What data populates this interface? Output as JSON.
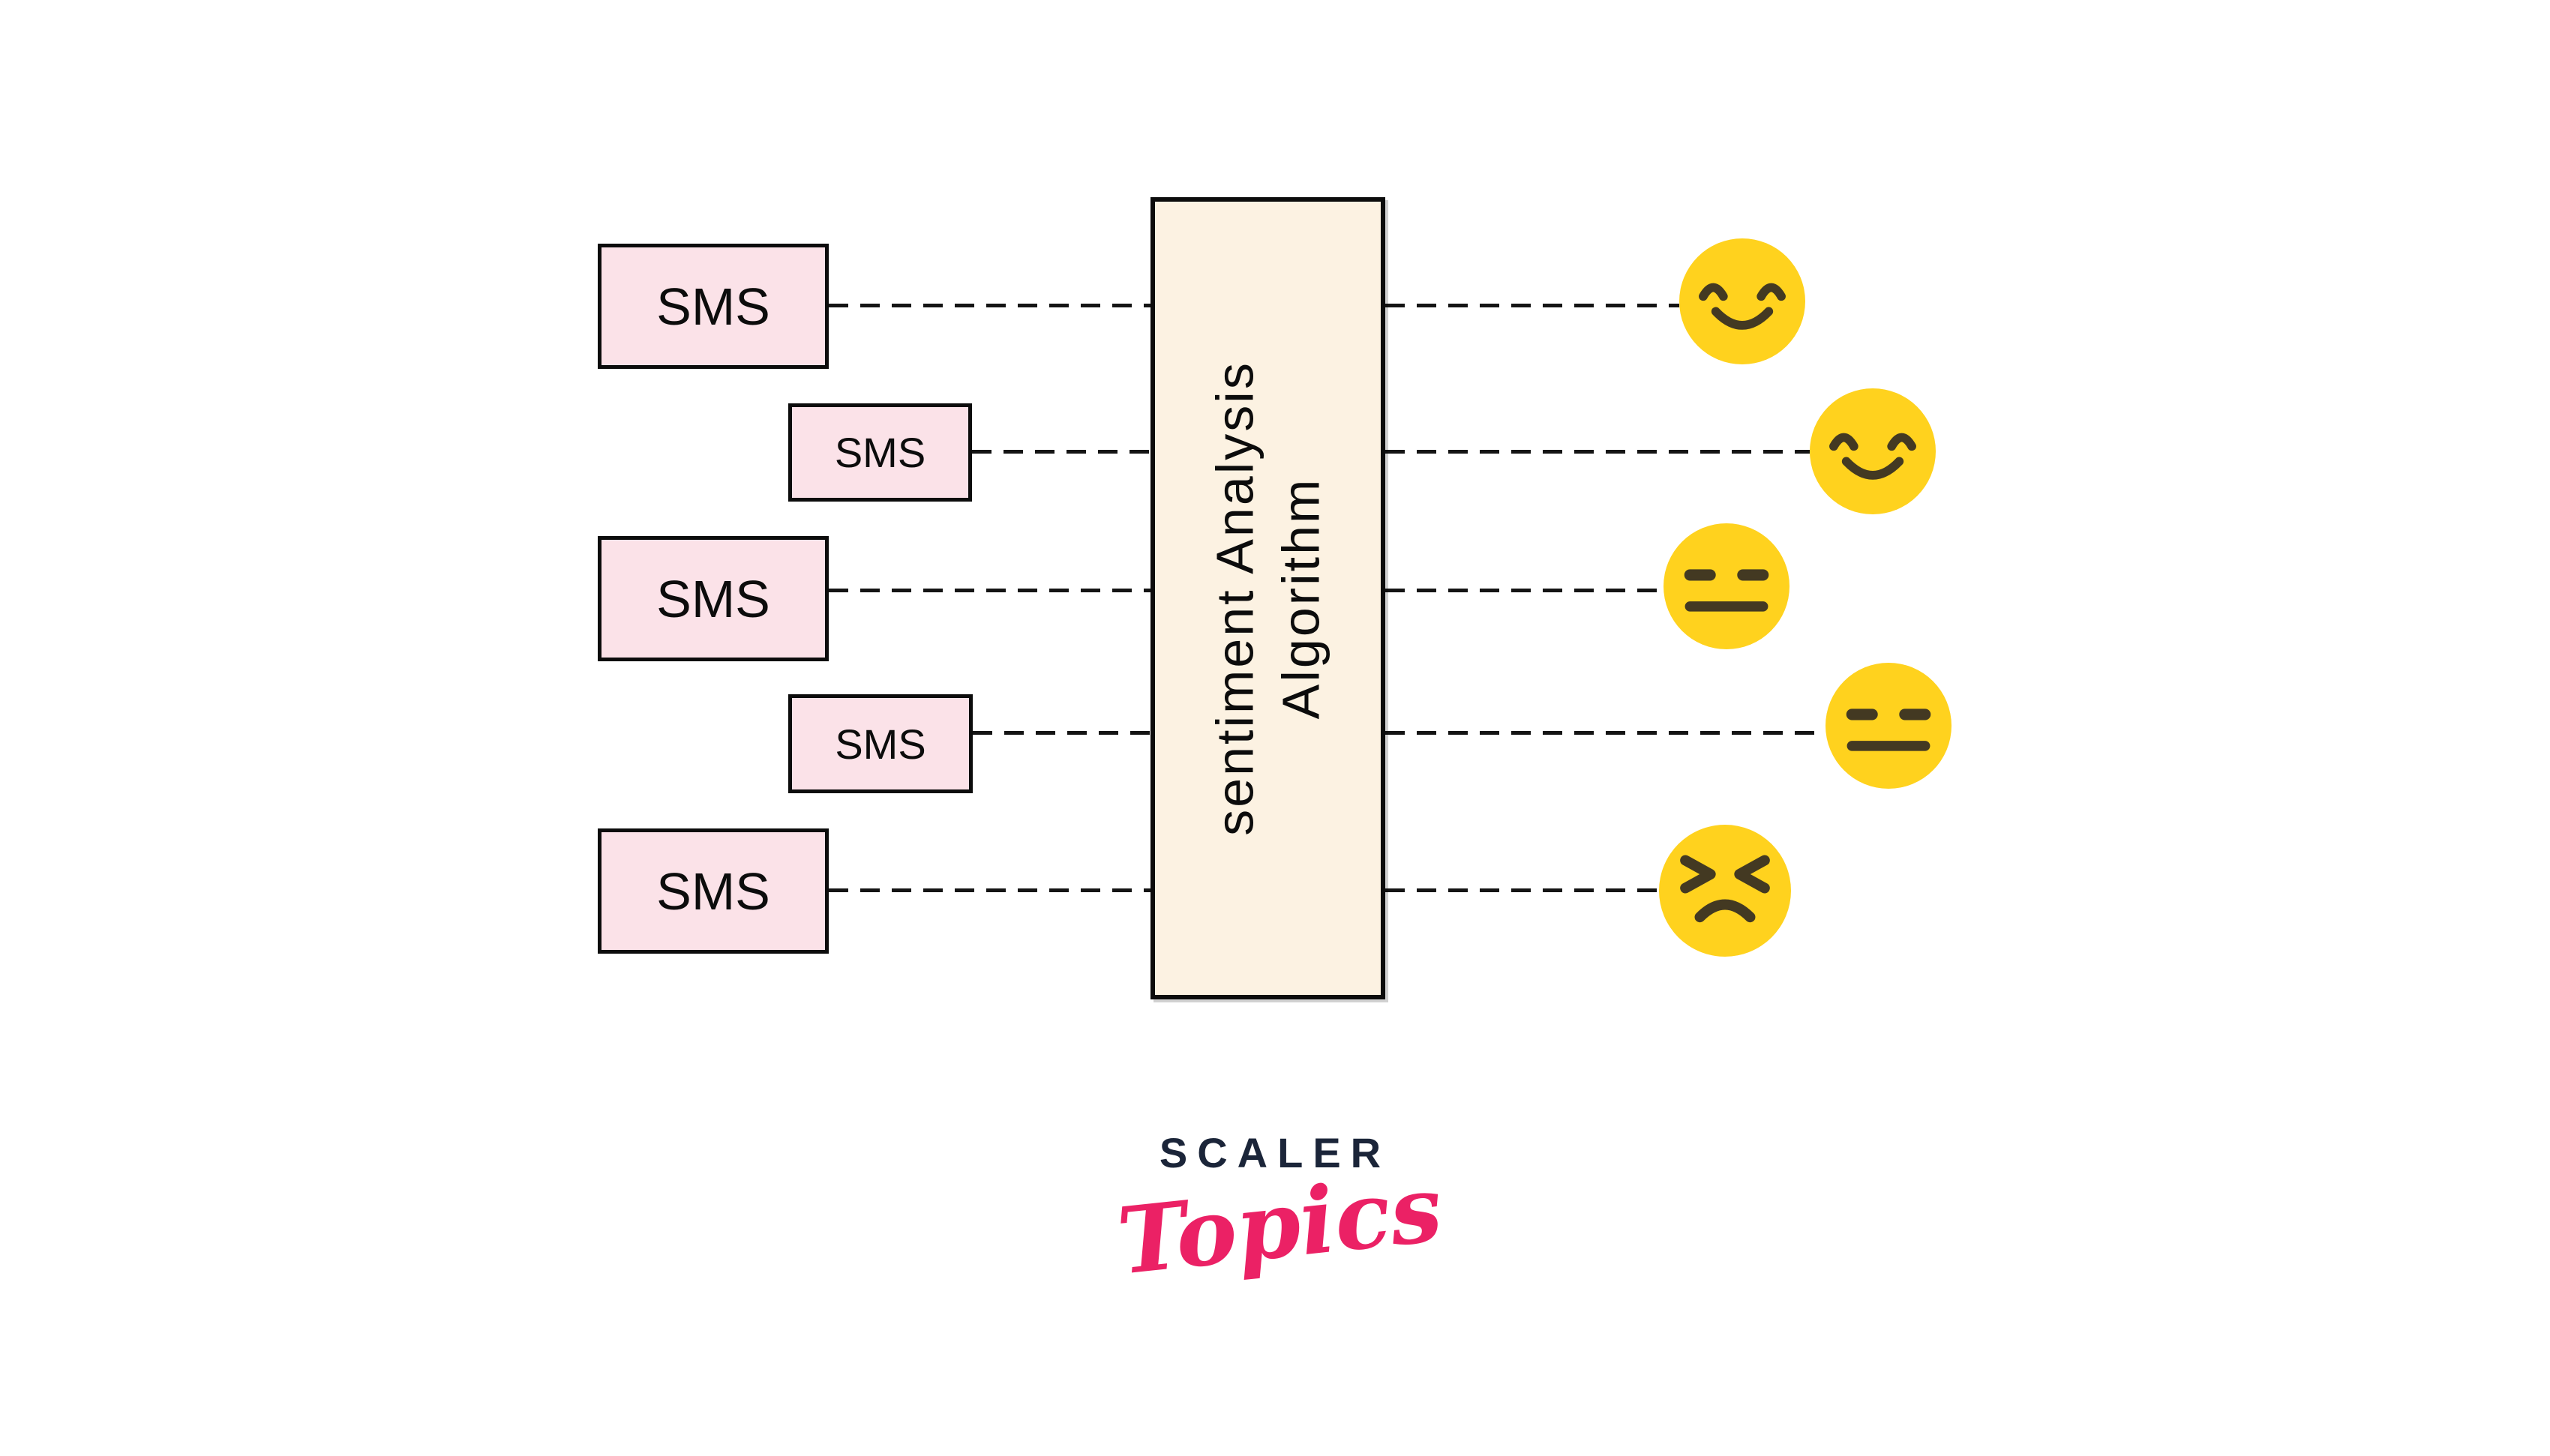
{
  "diagram": {
    "inputs": [
      {
        "label": "SMS",
        "size": "large"
      },
      {
        "label": "SMS",
        "size": "small"
      },
      {
        "label": "SMS",
        "size": "large"
      },
      {
        "label": "SMS",
        "size": "small"
      },
      {
        "label": "SMS",
        "size": "large"
      }
    ],
    "processor": {
      "label_line1": "sentiment Analysis",
      "label_line2": "Algorithm"
    },
    "outputs": [
      {
        "sentiment": "positive",
        "icon": "smiling-face-emoji"
      },
      {
        "sentiment": "positive",
        "icon": "smiling-face-emoji"
      },
      {
        "sentiment": "neutral",
        "icon": "expressionless-face-emoji"
      },
      {
        "sentiment": "neutral",
        "icon": "expressionless-face-emoji"
      },
      {
        "sentiment": "negative",
        "icon": "persevering-face-emoji"
      }
    ]
  },
  "logo": {
    "brand": "SCALER",
    "sub": "Topics"
  },
  "colors": {
    "box_pink": "#FBE2E8",
    "box_cream": "#FCF2E2",
    "emoji_yellow": "#FFD21E",
    "emoji_features": "#433922",
    "logo_navy": "#1B2539",
    "logo_pink": "#EB2165"
  }
}
